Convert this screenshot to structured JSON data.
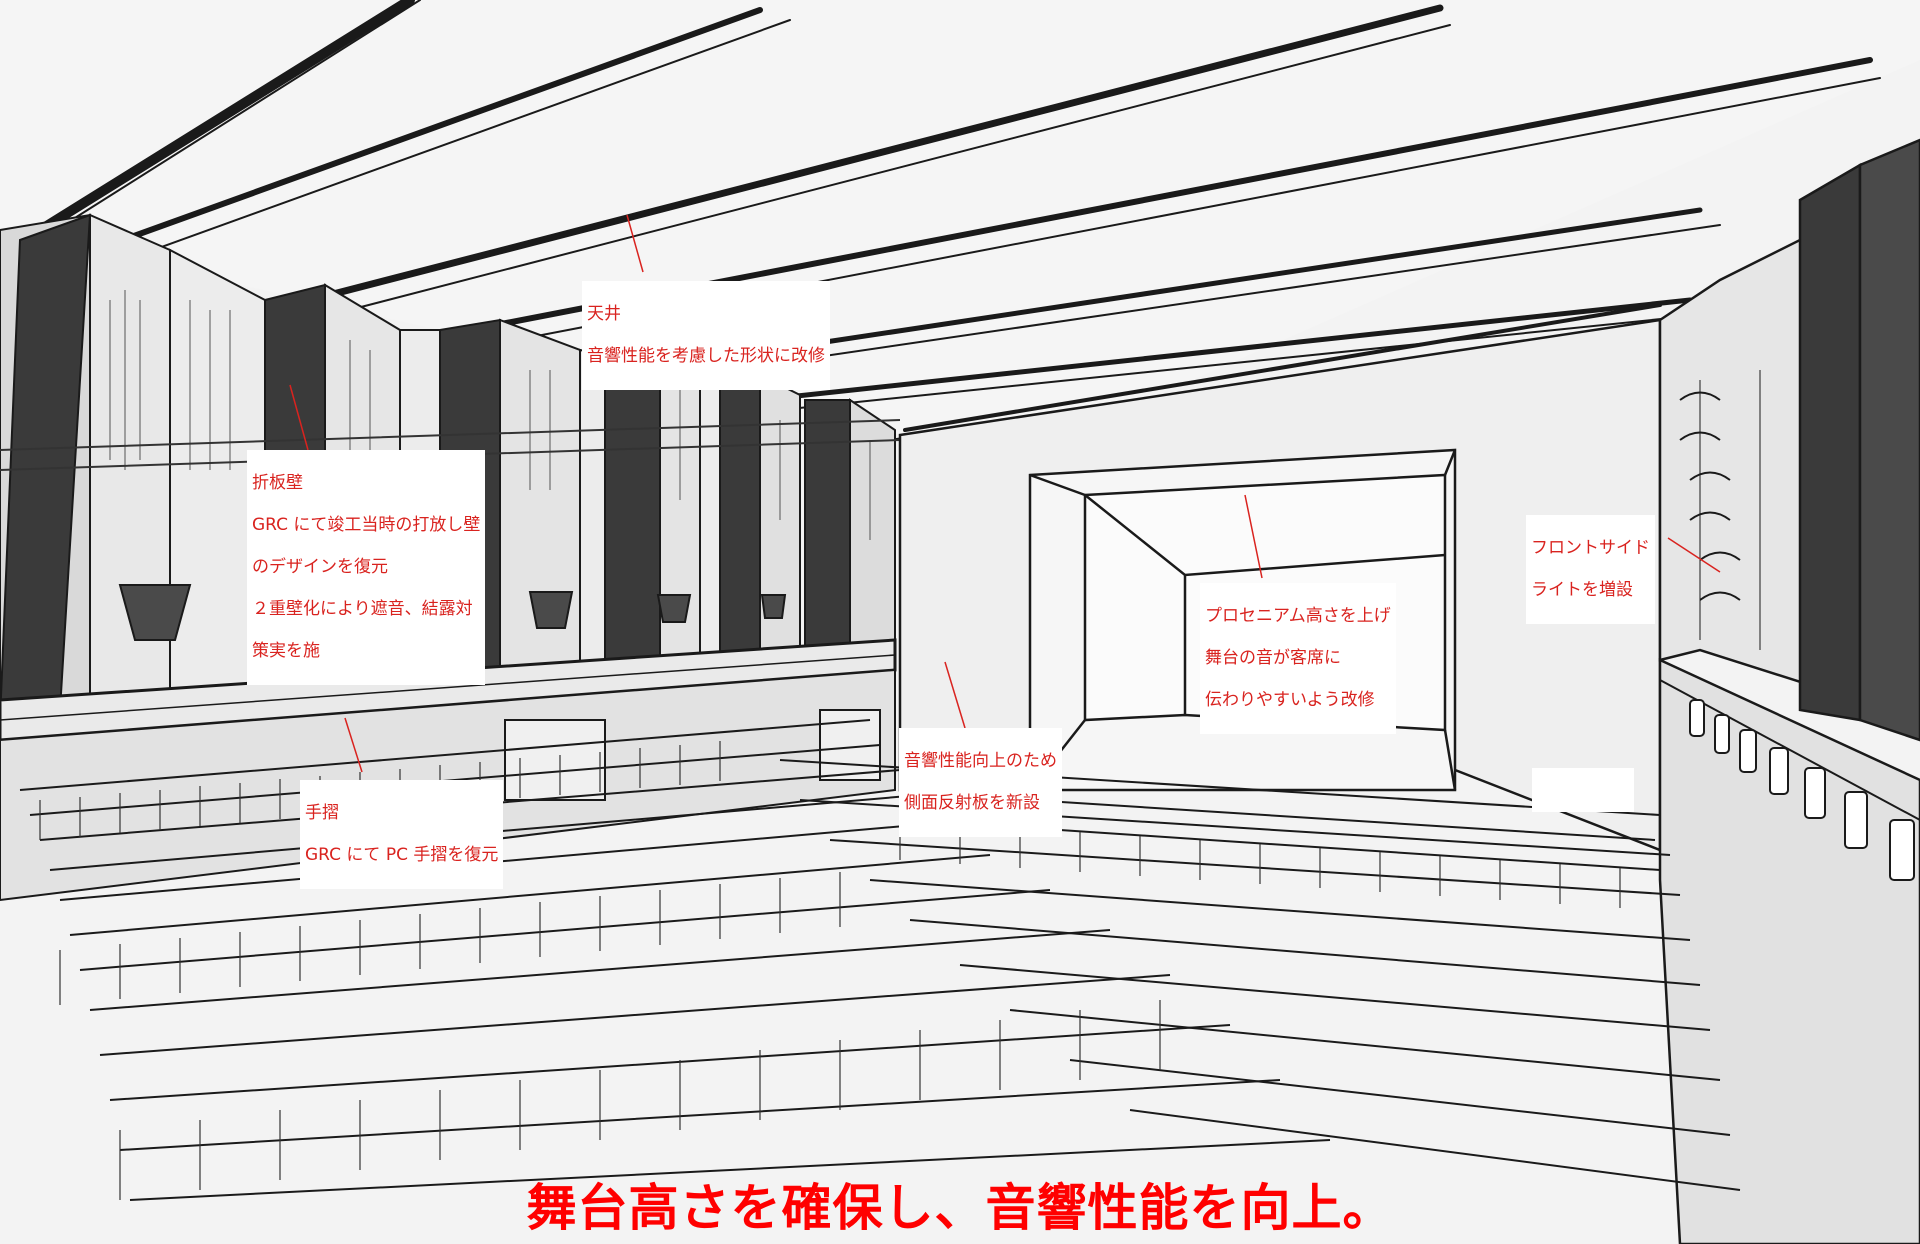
{
  "colors": {
    "annotation": "#d9231f",
    "headline": "#ff0000",
    "sketch_line": "#1a1a1a",
    "background": "#f3f3f3"
  },
  "annotations": {
    "ceiling": {
      "lines": [
        "天井",
        "音響性能を考慮した形状に改修"
      ]
    },
    "folded_wall": {
      "lines": [
        "折板壁",
        "GRC にて竣工当時の打放し壁",
        "のデザインを復元",
        "２重壁化により遮音、結露対",
        "策実を施"
      ]
    },
    "handrail": {
      "lines": [
        "手摺",
        "GRC にて PC 手摺を復元"
      ]
    },
    "side_reflector": {
      "lines": [
        "音響性能向上のため",
        "側面反射板を新設"
      ]
    },
    "proscenium": {
      "lines": [
        "プロセニアム高さを上げ",
        "舞台の音が客席に",
        "伝わりやすいよう改修"
      ]
    },
    "front_side_light": {
      "lines": [
        "フロントサイド",
        "ライトを増設"
      ]
    }
  },
  "headline": "舞台高さを確保し、音響性能を向上。"
}
